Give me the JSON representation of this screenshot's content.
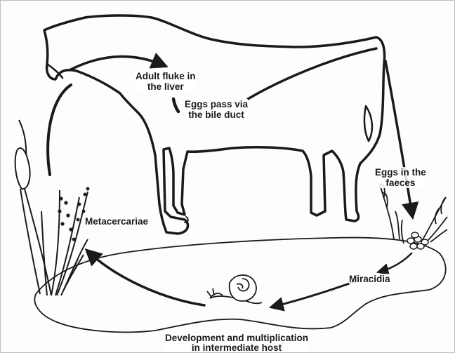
{
  "diagram": {
    "labels": {
      "adult_fluke": [
        "Adult fluke in",
        "the liver"
      ],
      "eggs_bile": [
        "Eggs pass via",
        "the bile duct"
      ],
      "eggs_faeces": [
        "Eggs in the",
        "faeces"
      ],
      "metacercariae": "Metacercariae",
      "miracidia": "Miracidia",
      "development": [
        "Development and multiplication",
        "in intermediate  host"
      ]
    },
    "colors": {
      "ink": "#1a1a1a",
      "background": "#fdfdfd"
    }
  }
}
